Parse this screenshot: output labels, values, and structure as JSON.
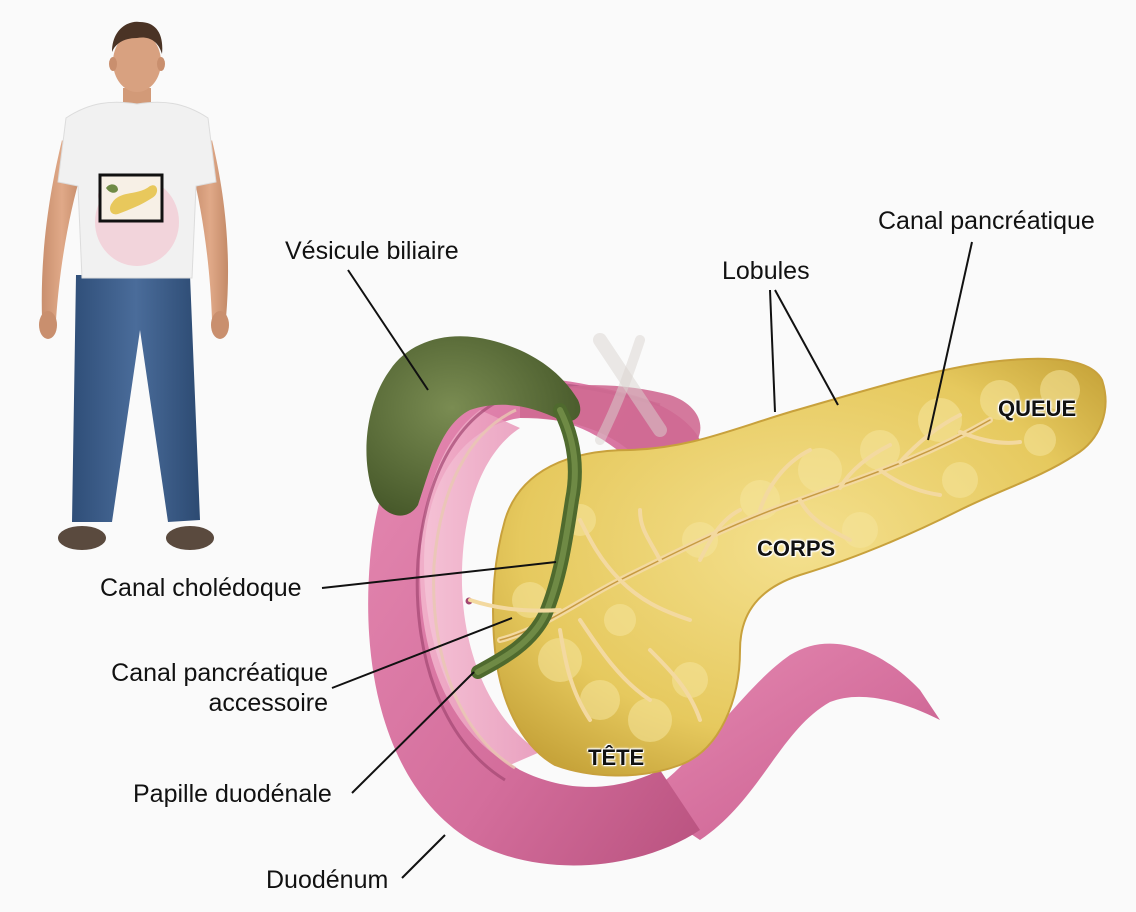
{
  "labels": {
    "gallbladder": "Vésicule biliaire",
    "pancreatic_duct": "Canal pancréatique",
    "lobules": "Lobules",
    "common_bile_duct": "Canal cholédoque",
    "accessory_duct_line1": "Canal pancréatique",
    "accessory_duct_line2": "accessoire",
    "duodenal_papilla": "Papille duodénale",
    "duodenum": "Duodénum"
  },
  "regions": {
    "tail": "QUEUE",
    "body": "CORPS",
    "head": "TÊTE"
  },
  "colors": {
    "pancreas": "#e8cf6a",
    "pancreas_dark": "#c9a93c",
    "duodenum": "#d9739f",
    "duodenum_light": "#f0a8c6",
    "gallbladder": "#5b6e3c",
    "duct": "#f3d9a0",
    "bile_duct": "#4f6a2e",
    "background": "#fafafa"
  },
  "icons": {
    "figure": "human-figure-icon",
    "locator": "pancreas-locator-icon"
  }
}
